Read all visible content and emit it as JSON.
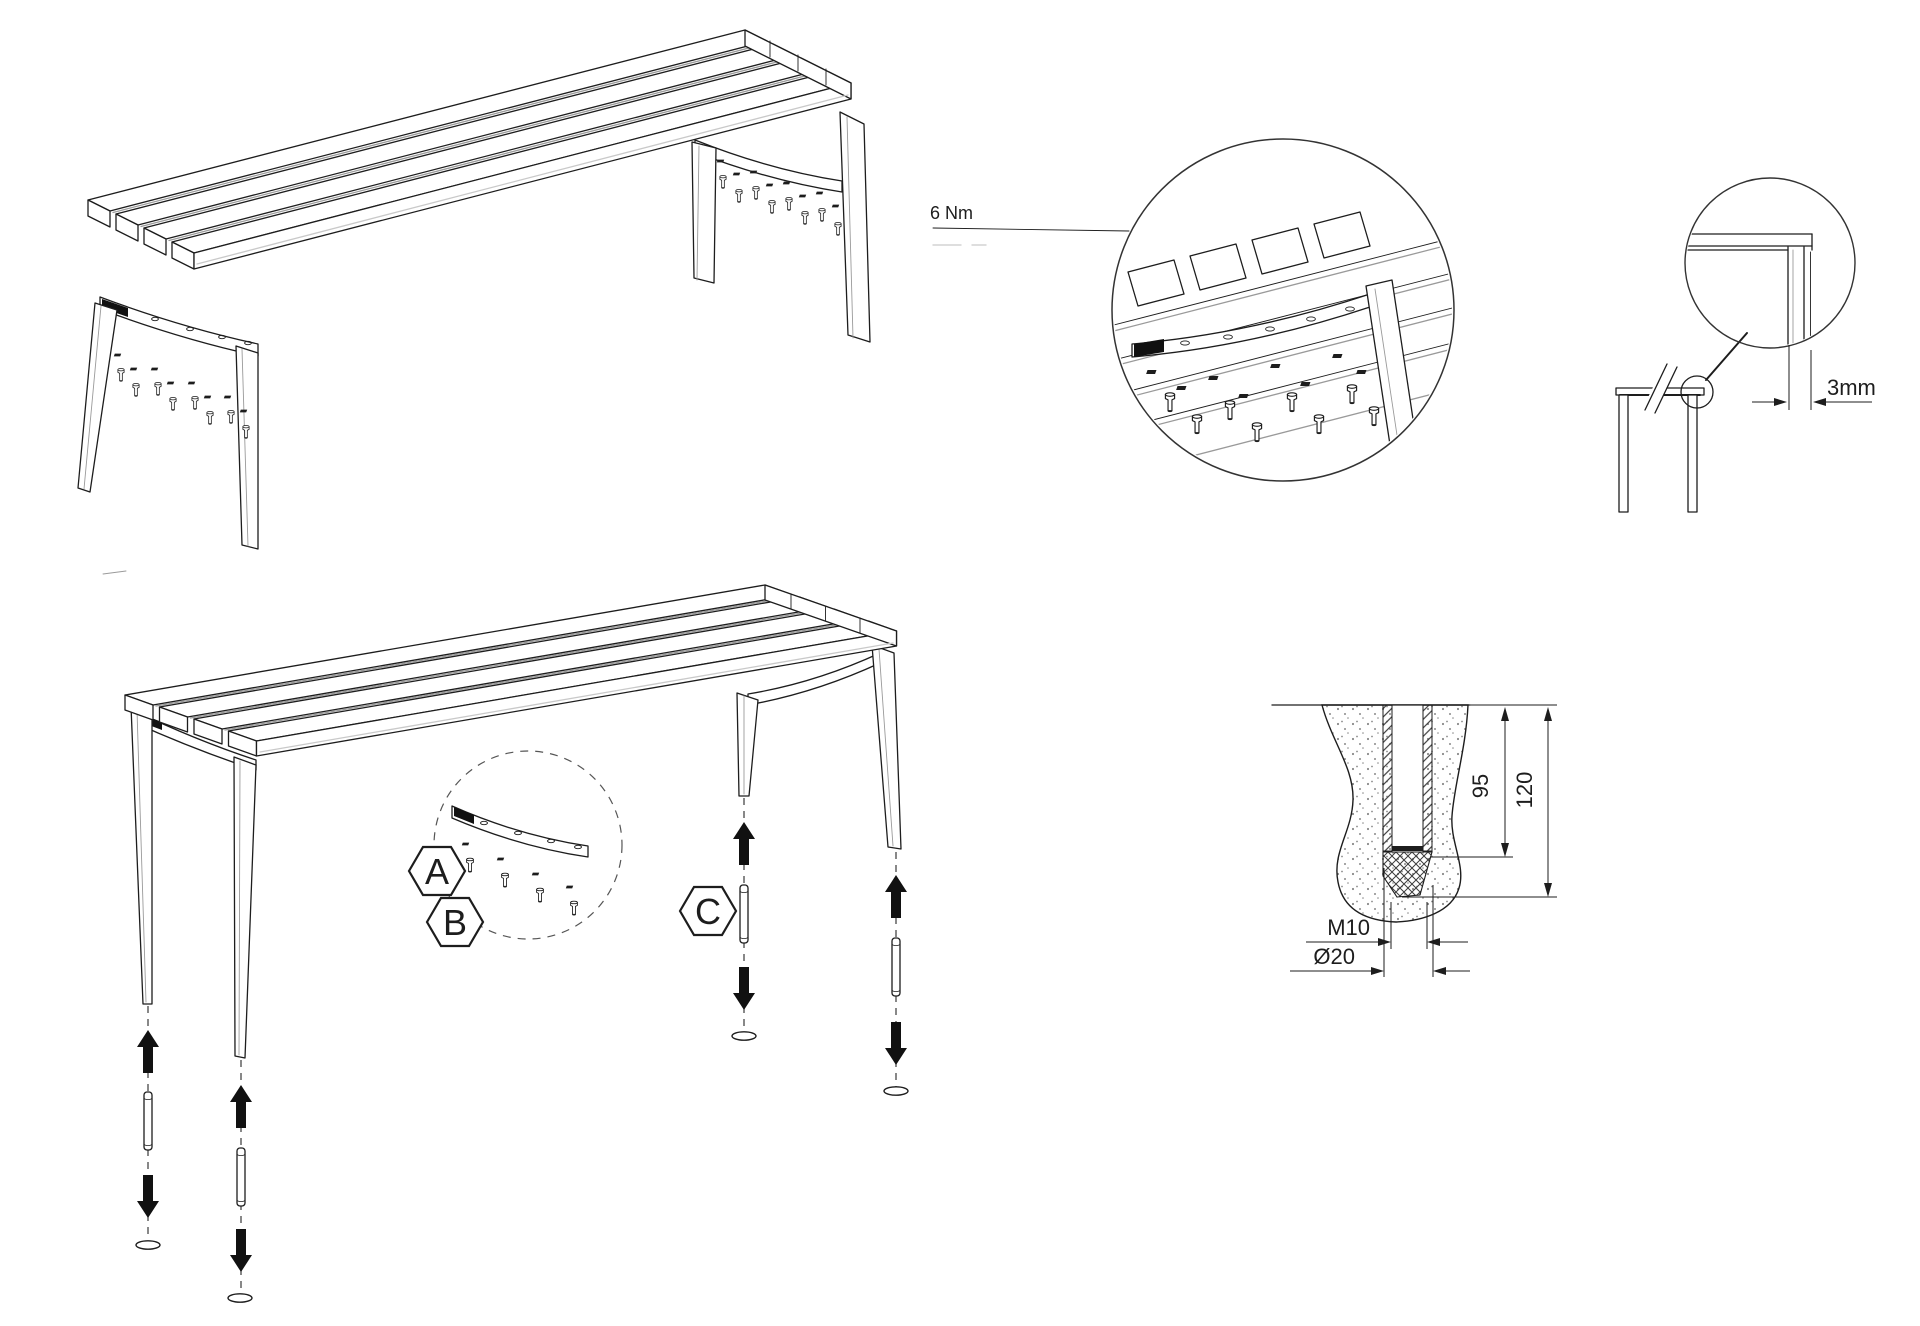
{
  "doc": {
    "labels": {
      "torque": "6 Nm",
      "gap": "3mm",
      "step_a": "A",
      "step_b": "B",
      "step_c": "C",
      "embed_depth": "95",
      "hole_depth": "120",
      "thread_size": "M10",
      "drill_diameter": "Ø20"
    },
    "colors": {
      "line": "#1d1d1d",
      "shade": "#9a9a9a",
      "background": "#ffffff"
    }
  }
}
